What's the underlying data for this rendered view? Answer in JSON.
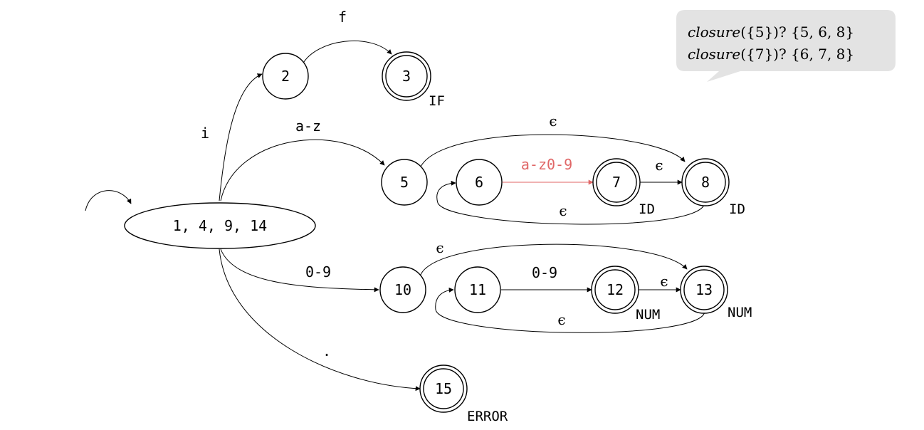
{
  "diagram": {
    "start_state": "1, 4, 9, 14",
    "states": [
      {
        "id": "s1",
        "label": "1, 4, 9, 14",
        "accepting": false
      },
      {
        "id": "s2",
        "label": "2",
        "accepting": false
      },
      {
        "id": "s3",
        "label": "3",
        "accepting": true,
        "token": "IF"
      },
      {
        "id": "s5",
        "label": "5",
        "accepting": false
      },
      {
        "id": "s6",
        "label": "6",
        "accepting": false
      },
      {
        "id": "s7",
        "label": "7",
        "accepting": true,
        "token": "ID"
      },
      {
        "id": "s8",
        "label": "8",
        "accepting": true,
        "token": "ID"
      },
      {
        "id": "s10",
        "label": "10",
        "accepting": false
      },
      {
        "id": "s11",
        "label": "11",
        "accepting": false
      },
      {
        "id": "s12",
        "label": "12",
        "accepting": true,
        "token": "NUM"
      },
      {
        "id": "s13",
        "label": "13",
        "accepting": true,
        "token": "NUM"
      },
      {
        "id": "s15",
        "label": "15",
        "accepting": true,
        "token": "ERROR"
      }
    ],
    "transitions": [
      {
        "from": "s1",
        "to": "s2",
        "label": "i"
      },
      {
        "from": "s2",
        "to": "s3",
        "label": "f"
      },
      {
        "from": "s1",
        "to": "s5",
        "label": "a-z"
      },
      {
        "from": "s5",
        "to": "s8",
        "label": "ϵ"
      },
      {
        "from": "s6",
        "to": "s7",
        "label": "a-z0-9",
        "highlight_color": "#e06666"
      },
      {
        "from": "s7",
        "to": "s8",
        "label": "ϵ"
      },
      {
        "from": "s8",
        "to": "s6",
        "label": "ϵ"
      },
      {
        "from": "s1",
        "to": "s10",
        "label": "0-9"
      },
      {
        "from": "s10",
        "to": "s13",
        "label": "ϵ"
      },
      {
        "from": "s11",
        "to": "s12",
        "label": "0-9"
      },
      {
        "from": "s12",
        "to": "s13",
        "label": "ϵ"
      },
      {
        "from": "s13",
        "to": "s11",
        "label": "ϵ"
      },
      {
        "from": "s1",
        "to": "s15",
        "label": "."
      }
    ]
  },
  "callout": {
    "line1": {
      "fn": "closure",
      "arg": "({5})",
      "rest": "? {5, 6, 8}"
    },
    "line2": {
      "fn": "closure",
      "arg": "({7})",
      "rest": "? {6, 7, 8}"
    }
  },
  "colors": {
    "highlight": "#e06666",
    "callout_fill": "#e3e3e3"
  }
}
